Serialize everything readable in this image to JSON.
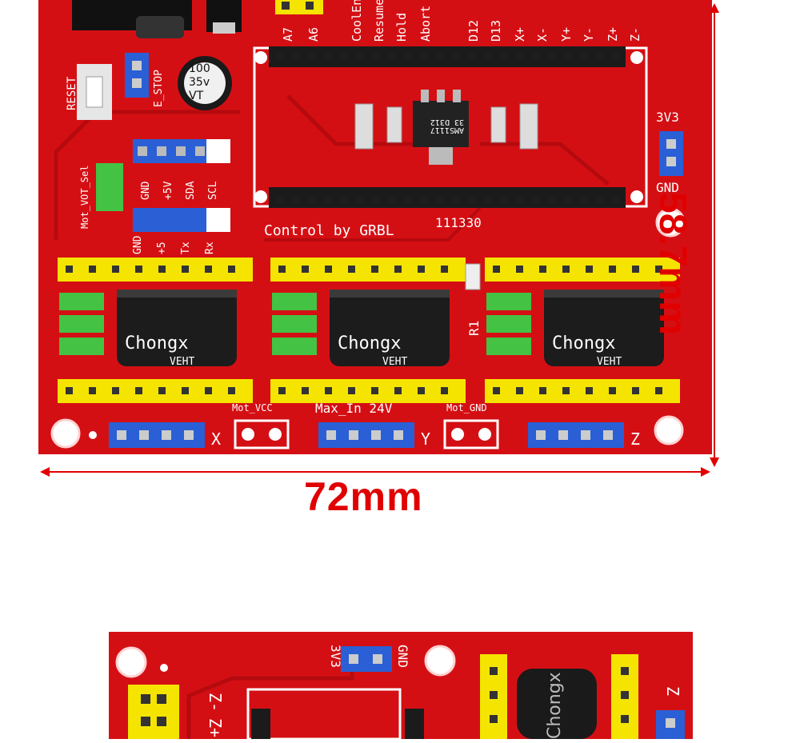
{
  "dimensions": {
    "width_label": "72mm",
    "height_label": "58.7mm",
    "color": "#e00000"
  },
  "board_top": {
    "pcb_color": "#d40f14",
    "header_top_labels": [
      "A7",
      "A6",
      "CoolEn",
      "Resume",
      "Hold",
      "Abort",
      "D12",
      "D13",
      "X+",
      "X-",
      "Y+",
      "Y-",
      "Z+",
      "Z-"
    ],
    "reset_label": "RESET",
    "estop_label": "E_STOP",
    "capacitor_label": [
      "100",
      "35v",
      "VT"
    ],
    "v3_label": "3V3",
    "v3_gnd_label": "GND",
    "mot_vot_label": "Mot_VOT_Sel",
    "i2c_labels": [
      "GND",
      "+5V",
      "SDA",
      "SCL"
    ],
    "uart_labels": [
      "GND",
      "+5",
      "Tx",
      "Rx"
    ],
    "regulator_label": [
      "33 D312",
      "AMS1117"
    ],
    "control_text": "Control by GRBL",
    "board_code": "111330",
    "r1_label": "R1",
    "cap_brand": "Chongx",
    "cap_series": "VEHT",
    "bottom_labels": [
      "Mot_VCC",
      "Max_In 24V",
      "Mot_GND"
    ],
    "axis_labels": [
      "X",
      "Y",
      "Z"
    ]
  },
  "board_bottom": {
    "v3_label": "3V3",
    "gnd_label": "GND",
    "zm_label": "Z-",
    "zp_label": "Z+",
    "z_label": "Z",
    "cap_brand": "Chongx"
  }
}
